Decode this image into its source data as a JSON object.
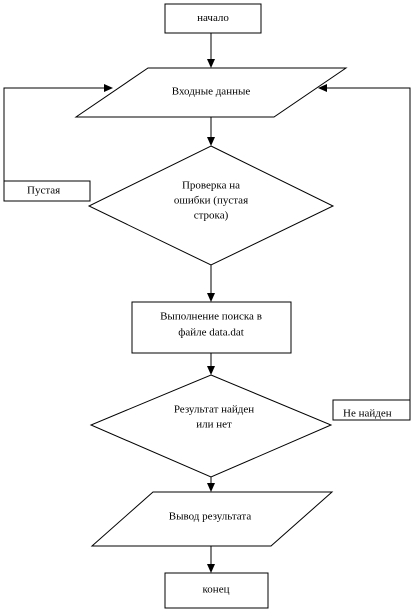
{
  "nodes": {
    "start": "начало",
    "input": "Входные данные",
    "check": [
      "Проверка на",
      "ошибки (пустая",
      "строка)"
    ],
    "search": [
      "Выполнение поиска в",
      "файле data.dat"
    ],
    "decision": [
      "Результат найден",
      "или нет"
    ],
    "output": "Вывод результата",
    "end": "конец"
  },
  "branches": {
    "empty": "Пустая",
    "not_found": "Не найден"
  }
}
